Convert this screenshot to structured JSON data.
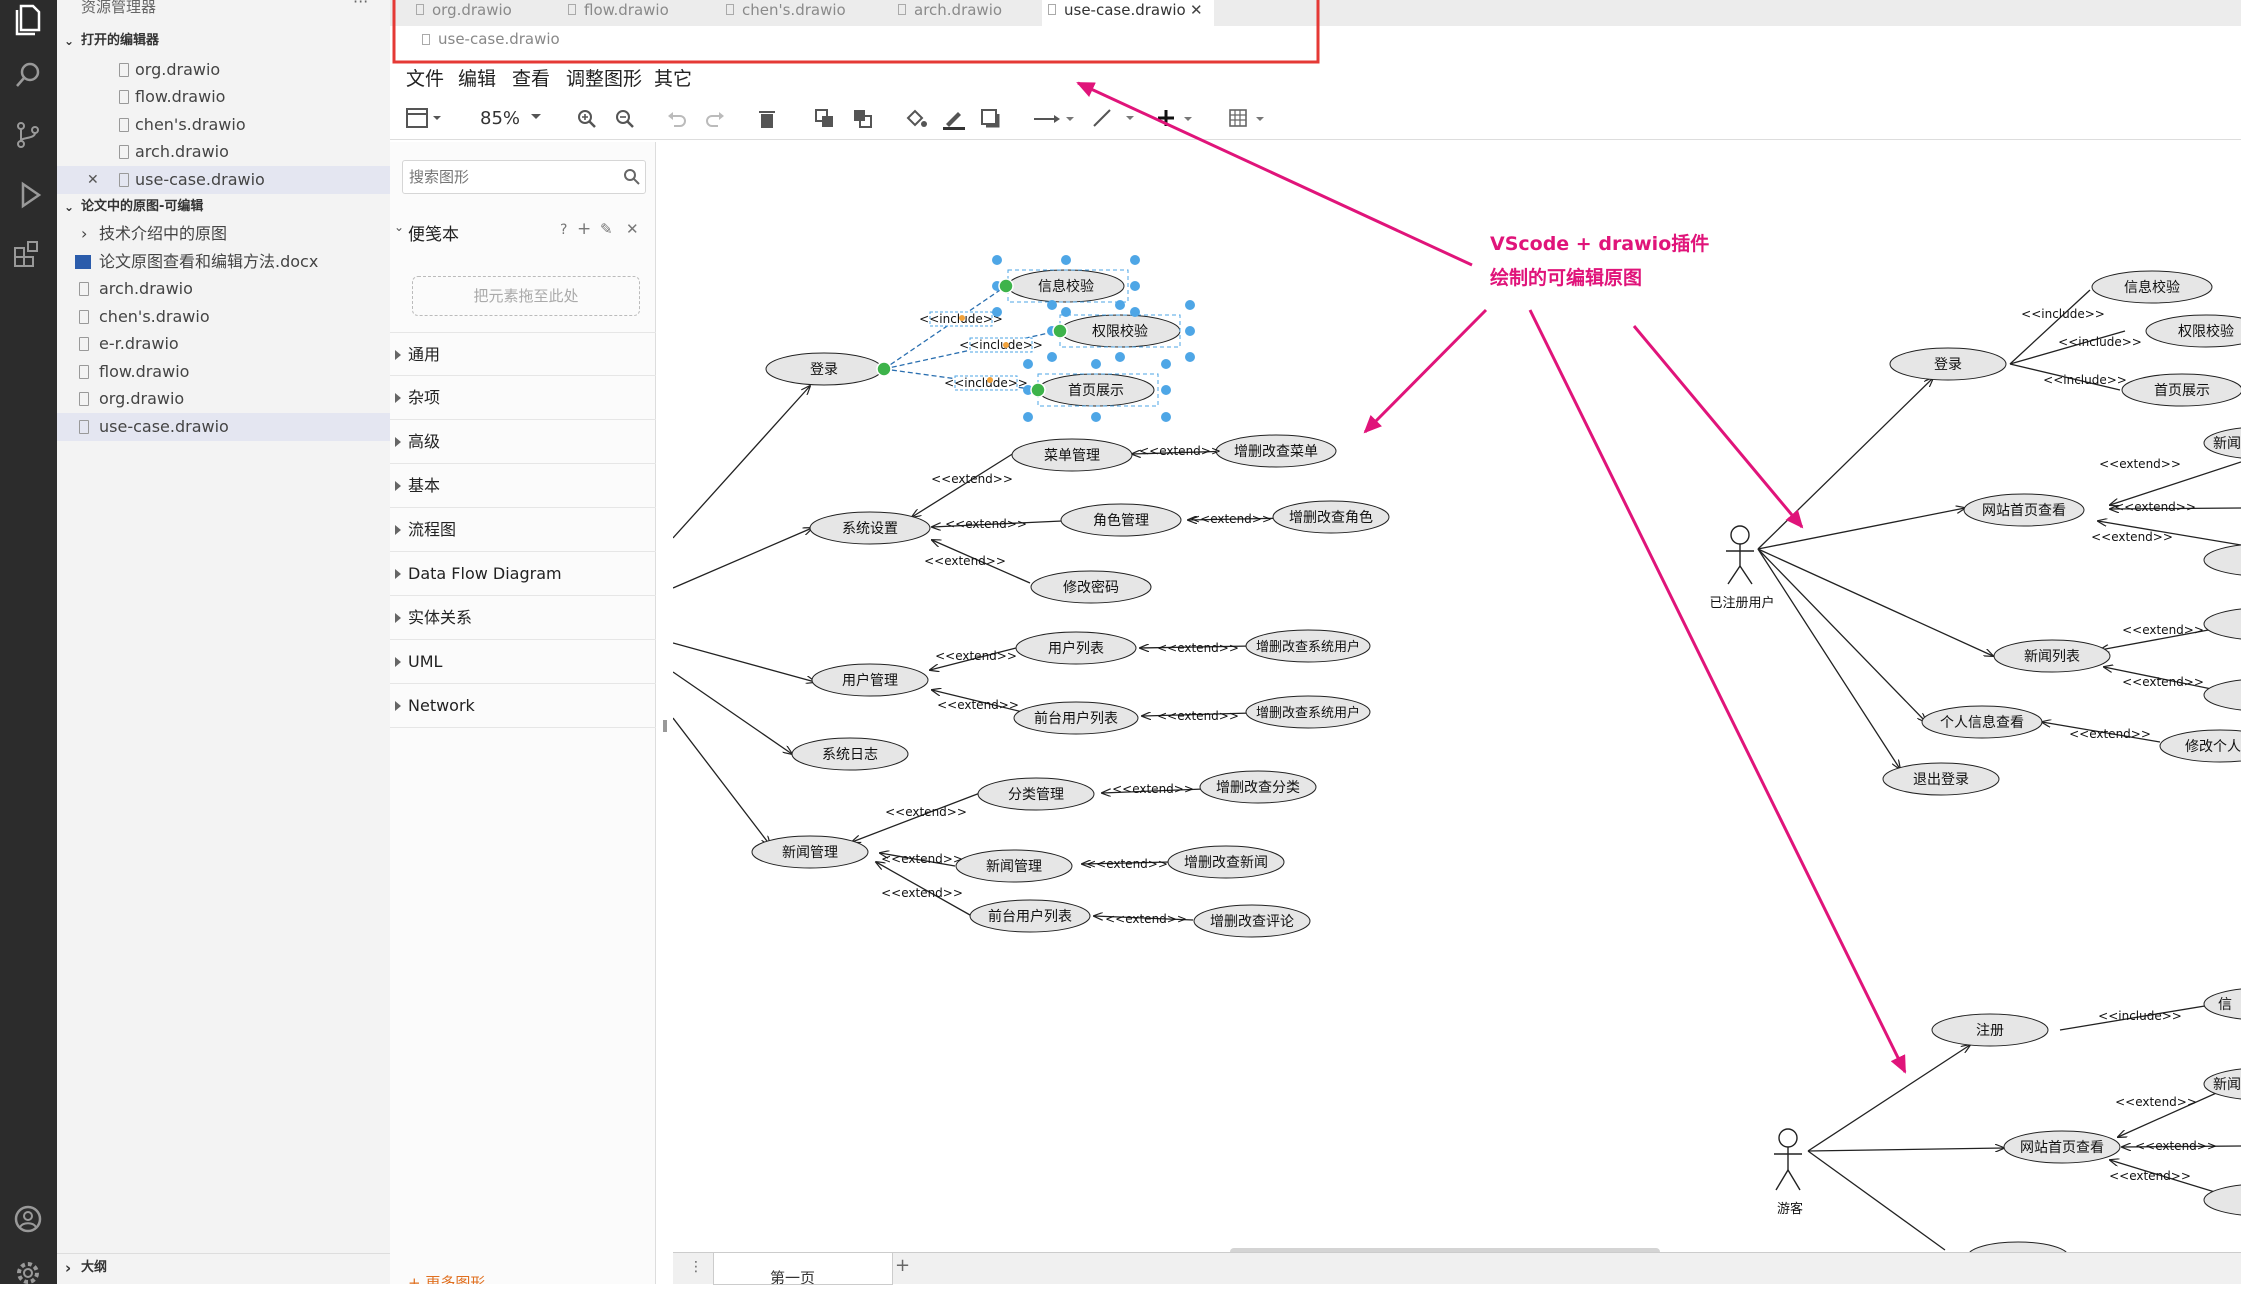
{
  "explorer": {
    "title": "资源管理器",
    "more": "···",
    "open_editors_title": "打开的编辑器",
    "open_editors": [
      "org.drawio",
      "flow.drawio",
      "chen's.drawio",
      "arch.drawio",
      "use-case.drawio"
    ],
    "close_mark": "✕",
    "folder_title": "论文中的原图-可编辑",
    "folder_items": [
      "技术介绍中的原图",
      "论文原图查看和编辑方法.docx",
      "arch.drawio",
      "chen's.drawio",
      "e-r.drawio",
      "flow.drawio",
      "org.drawio",
      "use-case.drawio"
    ],
    "outline": "大纲"
  },
  "tabs": [
    "org.drawio",
    "flow.drawio",
    "chen's.drawio",
    "arch.drawio",
    "use-case.drawio"
  ],
  "tab_close": "✕",
  "breadcrumb": "use-case.drawio",
  "menu": [
    "文件",
    "编辑",
    "查看",
    "调整图形",
    "其它"
  ],
  "toolbar": {
    "zoom": "85%"
  },
  "shapes_panel": {
    "search_placeholder": "搜索图形",
    "scratchpad_title": "便笺本",
    "scratchpad_actions": [
      "?",
      "+",
      "✎",
      "✕"
    ],
    "drop_hint": "把元素拖至此处",
    "categories": [
      "通用",
      "杂项",
      "高级",
      "基本",
      "流程图",
      "Data Flow Diagram",
      "实体关系",
      "UML",
      "Network"
    ],
    "more_shapes": "+ 更多图形"
  },
  "annotation": {
    "line1": "VScode + drawio插件",
    "line2": "绘制的可编辑原图",
    "color": "#e0147a"
  },
  "diagram_left": {
    "nodes": [
      "登录",
      "信息校验",
      "权限校验",
      "首页展示",
      "菜单管理",
      "增删改查菜单",
      "系统设置",
      "角色管理",
      "增删改查角色",
      "修改密码",
      "用户列表",
      "增删改查系统用户",
      "用户管理",
      "前台用户列表",
      "增删改查系统用户",
      "系统日志",
      "分类管理",
      "增删改查分类",
      "新闻管理",
      "新闻管理",
      "增删改查新闻",
      "前台用户列表",
      "增删改查评论"
    ],
    "include": "<<include>>",
    "extend": "<<extend>>"
  },
  "diagram_right": {
    "actor_registered": "已注册用户",
    "actor_guest": "游客",
    "nodes": [
      "登录",
      "信息校验",
      "权限校验",
      "首页展示",
      "网站首页查看",
      "新闻列表",
      "个人信息查看",
      "修改个人信",
      "退出登录",
      "注册",
      "信",
      "网站首页查看",
      "新闻",
      "新闻"
    ]
  },
  "page_tab": "第一页",
  "colors": {
    "selection": "#4ea6e6",
    "handle_green": "#3db34a",
    "vscode_dark": "#2c2c2c"
  }
}
